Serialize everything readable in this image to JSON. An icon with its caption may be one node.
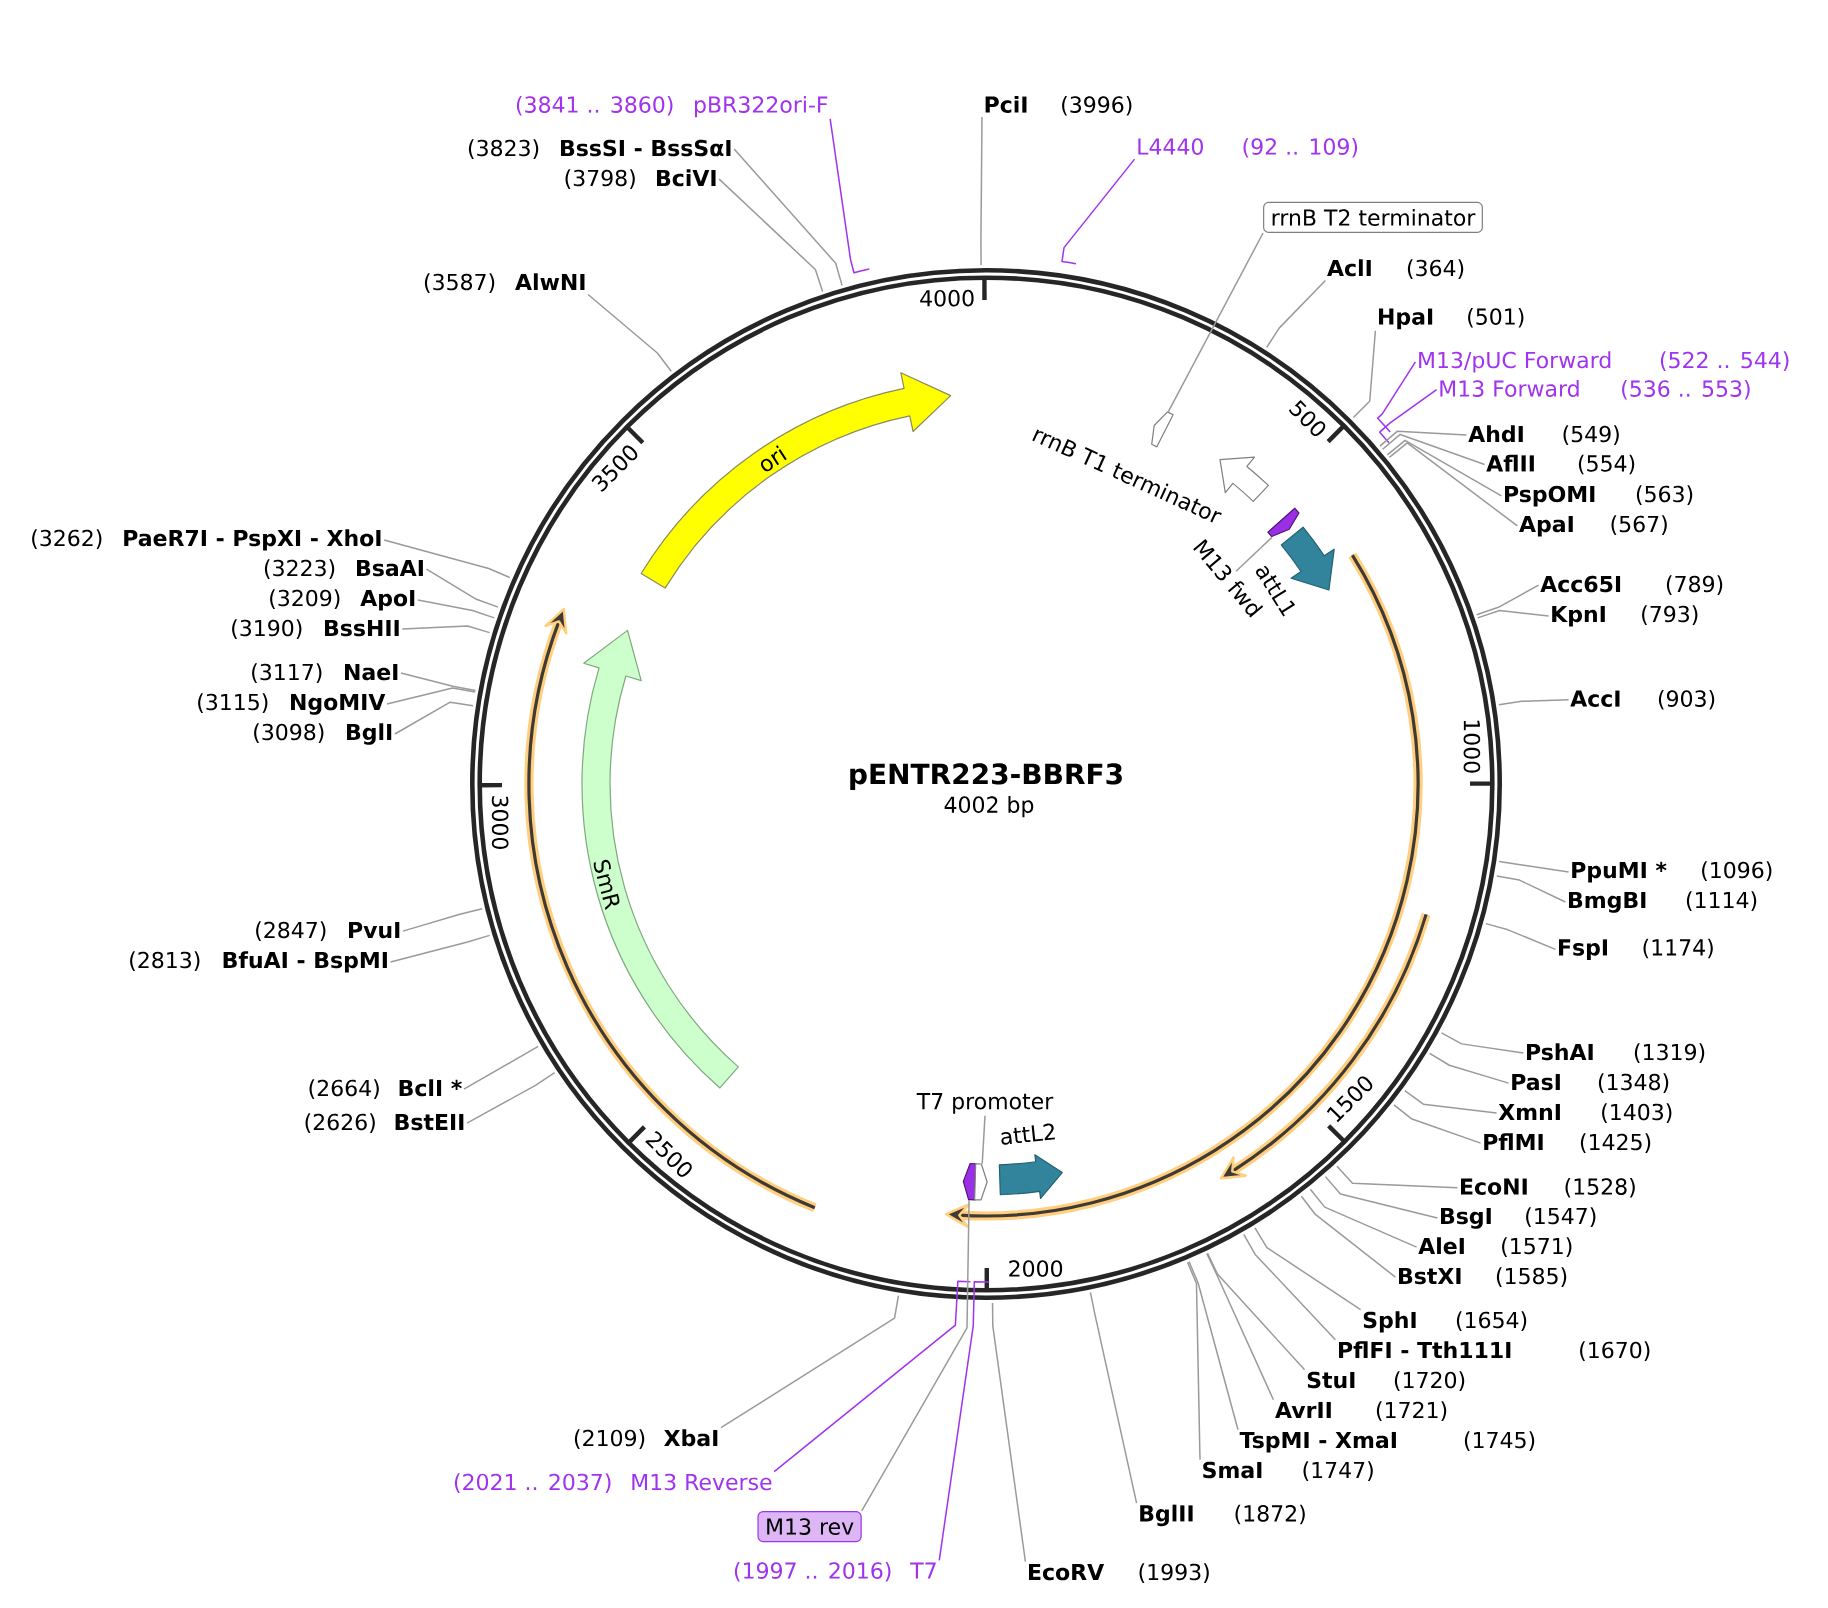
{
  "diagram": {
    "title": "pENTR223-BBRF3",
    "nodes": [
      {
        "text": [
          "(3841 .. 3860)",
          "pBR322ori-F"
        ]
      },
      {
        "text": [
          "PciI",
          "(3996)"
        ]
      },
      {
        "text": [
          "(3823)",
          "BssSI - BssSαI"
        ]
      },
      {
        "text": [
          "L4440",
          "(92 .. 109)"
        ]
      },
      {
        "text": [
          "(3798)",
          "BciVI"
        ]
      },
      {
        "text": [
          "rrnB T2 terminator"
        ]
      },
      {
        "text": [
          "AclI",
          "(364)"
        ]
      },
      {
        "text": [
          "(3587)",
          "AlwNI"
        ]
      },
      {
        "text": [
          "HpaI",
          "(501)"
        ]
      },
      {
        "text": [
          "M13/pUC Forward",
          "(522 .. 544)"
        ]
      },
      {
        "text": [
          "M13 Forward",
          "(536 .. 553)"
        ]
      },
      {
        "text": [],
        "shape": "arrow"
      },
      {
        "text": [
          "AhdI",
          "(549)"
        ]
      },
      {
        "text": [
          "ori"
        ]
      },
      {
        "text": [
          "AflII",
          "(554)"
        ]
      },
      {
        "text": [
          "rrnB T1 terminator"
        ]
      },
      {
        "text": [
          "PspOMI",
          "(563)"
        ]
      },
      {
        "text": [
          "ApaI",
          "(567)"
        ]
      },
      {
        "text": [],
        "shape": "arrow"
      },
      {
        "text": [
          "(3262)",
          "PaeR7I - PspXI - XhoI"
        ]
      },
      {
        "text": [
          "(3223)",
          "BsaAI"
        ]
      },
      {
        "text": [
          "M13 fwd"
        ]
      },
      {
        "text": [
          "Acc65I",
          "(789)"
        ]
      },
      {
        "text": [
          "attL1"
        ]
      },
      {
        "text": [
          "(3209)",
          "ApoI"
        ]
      },
      {
        "text": [
          "KpnI",
          "(793)"
        ]
      },
      {
        "text": [
          "(3190)",
          "BssHII"
        ]
      },
      {
        "text": [
          "(3117)",
          "NaeI"
        ]
      },
      {
        "text": [
          "AccI",
          "(903)"
        ]
      },
      {
        "text": [
          "(3115)",
          "NgoMIV"
        ]
      },
      {
        "text": [
          "(3098)",
          "BglI"
        ]
      },
      {
        "text": [
          "PpuMI *",
          "(1096)"
        ]
      },
      {
        "text": [
          "SmR"
        ]
      },
      {
        "text": [
          "BmgBI",
          "(1114)"
        ]
      },
      {
        "text": [
          "(2847)",
          "PvuI"
        ]
      },
      {
        "text": [
          "FspI",
          "(1174)"
        ]
      },
      {
        "text": [
          "(2813)",
          "BfuAI - BspMI"
        ]
      },
      {
        "text": [
          "PshAI",
          "(1319)"
        ]
      },
      {
        "text": [
          "PasI",
          "(1348)"
        ]
      },
      {
        "text": [
          "(2664)",
          "BclI *"
        ]
      },
      {
        "text": [
          "T7 promoter"
        ]
      },
      {
        "text": [
          "XmnI",
          "(1403)"
        ]
      },
      {
        "text": [
          "(2626)",
          "BstEII"
        ]
      },
      {
        "text": [
          "attL2"
        ]
      },
      {
        "text": [
          "PflMI",
          "(1425)"
        ]
      },
      {
        "text": [],
        "shape": "arrow"
      },
      {
        "text": [],
        "shape": "arrow"
      },
      {
        "text": [
          "EcoNI",
          "(1528)"
        ]
      },
      {
        "text": [
          "BsgI",
          "(1547)"
        ]
      },
      {
        "text": [
          "AleI",
          "(1571)"
        ]
      },
      {
        "text": [
          "BstXI",
          "(1585)"
        ]
      },
      {
        "text": [
          "SphI",
          "(1654)"
        ]
      },
      {
        "text": [
          "PflFI - Tth111I",
          "(1670)"
        ]
      },
      {
        "text": [
          "StuI",
          "(1720)"
        ]
      },
      {
        "text": [
          "AvrII",
          "(1721)"
        ]
      },
      {
        "text": [
          "(2109)",
          "XbaI"
        ]
      },
      {
        "text": [
          "TspMI - XmaI",
          "(1745)"
        ]
      },
      {
        "text": [
          "SmaI",
          "(1747)"
        ]
      },
      {
        "text": [
          "(2021 .. 2037)",
          "M13 Reverse"
        ]
      },
      {
        "text": [
          "BglII",
          "(1872)"
        ]
      },
      {
        "text": [
          "M13 rev"
        ]
      },
      {
        "text": [
          "(1997 .. 2016)",
          "T7"
        ]
      },
      {
        "text": [
          "EcoRV",
          "(1993)"
        ]
      }
    ],
    "edges": [
      {
        "from": 0,
        "to": null,
        "arrow": "none",
        "color": "#a033ee"
      },
      {
        "from": 1,
        "to": null,
        "arrow": "none"
      },
      {
        "from": 2,
        "to": null,
        "arrow": "none"
      },
      {
        "from": 3,
        "to": null,
        "arrow": "none",
        "color": "#a033ee"
      },
      {
        "from": 4,
        "to": null,
        "arrow": "none"
      },
      {
        "from": 5,
        "to": 11,
        "arrow": "none"
      },
      {
        "from": 6,
        "to": null,
        "arrow": "none"
      },
      {
        "from": 7,
        "to": null,
        "arrow": "none"
      },
      {
        "from": 8,
        "to": null,
        "arrow": "none"
      },
      {
        "from": 9,
        "to": null,
        "arrow": "none",
        "color": "#a033ee"
      },
      {
        "from": 10,
        "to": null,
        "arrow": "none",
        "color": "#a033ee"
      },
      {
        "from": 12,
        "to": null,
        "arrow": "none"
      },
      {
        "from": 14,
        "to": null,
        "arrow": "none"
      },
      {
        "from": 16,
        "to": null,
        "arrow": "none"
      },
      {
        "from": 17,
        "to": null,
        "arrow": "none"
      },
      {
        "from": 19,
        "to": null,
        "arrow": "none"
      },
      {
        "from": 20,
        "to": null,
        "arrow": "none"
      },
      {
        "from": 21,
        "to": 18,
        "arrow": "none"
      },
      {
        "from": 22,
        "to": null,
        "arrow": "none"
      },
      {
        "from": 24,
        "to": null,
        "arrow": "none"
      },
      {
        "from": 25,
        "to": null,
        "arrow": "none"
      },
      {
        "from": 26,
        "to": null,
        "arrow": "none"
      },
      {
        "from": 27,
        "to": null,
        "arrow": "none"
      },
      {
        "from": 28,
        "to": null,
        "arrow": "none"
      },
      {
        "from": 29,
        "to": null,
        "arrow": "none"
      },
      {
        "from": 30,
        "to": null,
        "arrow": "none"
      },
      {
        "from": 31,
        "to": null,
        "arrow": "none"
      },
      {
        "from": 33,
        "to": null,
        "arrow": "none"
      },
      {
        "from": 34,
        "to": null,
        "arrow": "none"
      },
      {
        "from": 35,
        "to": null,
        "arrow": "none"
      },
      {
        "from": 36,
        "to": null,
        "arrow": "none"
      },
      {
        "from": 37,
        "to": null,
        "arrow": "none"
      },
      {
        "from": 38,
        "to": null,
        "arrow": "none"
      },
      {
        "from": 39,
        "to": null,
        "arrow": "none"
      },
      {
        "from": 40,
        "to": 46,
        "arrow": "none"
      },
      {
        "from": 41,
        "to": null,
        "arrow": "none"
      },
      {
        "from": 42,
        "to": null,
        "arrow": "none"
      },
      {
        "from": 44,
        "to": null,
        "arrow": "none"
      },
      {
        "from": 47,
        "to": null,
        "arrow": "none"
      },
      {
        "from": 48,
        "to": null,
        "arrow": "none"
      },
      {
        "from": 49,
        "to": null,
        "arrow": "none"
      },
      {
        "from": 50,
        "to": null,
        "arrow": "none"
      },
      {
        "from": 51,
        "to": null,
        "arrow": "none"
      },
      {
        "from": 52,
        "to": null,
        "arrow": "none"
      },
      {
        "from": 53,
        "to": null,
        "arrow": "none"
      },
      {
        "from": 54,
        "to": null,
        "arrow": "none"
      },
      {
        "from": 55,
        "to": null,
        "arrow": "none"
      },
      {
        "from": 56,
        "to": null,
        "arrow": "none"
      },
      {
        "from": 57,
        "to": null,
        "arrow": "none"
      },
      {
        "from": 58,
        "to": null,
        "arrow": "none",
        "color": "#a033ee"
      },
      {
        "from": 59,
        "to": null,
        "arrow": "none"
      },
      {
        "from": 60,
        "to": 45,
        "arrow": "none"
      },
      {
        "from": 61,
        "to": null,
        "arrow": "none",
        "color": "#a033ee"
      },
      {
        "from": 62,
        "to": null,
        "arrow": "none"
      }
    ],
    "labels": [
      "4002 bp",
      "500",
      "1000",
      "1500",
      "2000",
      "2500",
      "3000",
      "3500",
      "4000"
    ]
  }
}
